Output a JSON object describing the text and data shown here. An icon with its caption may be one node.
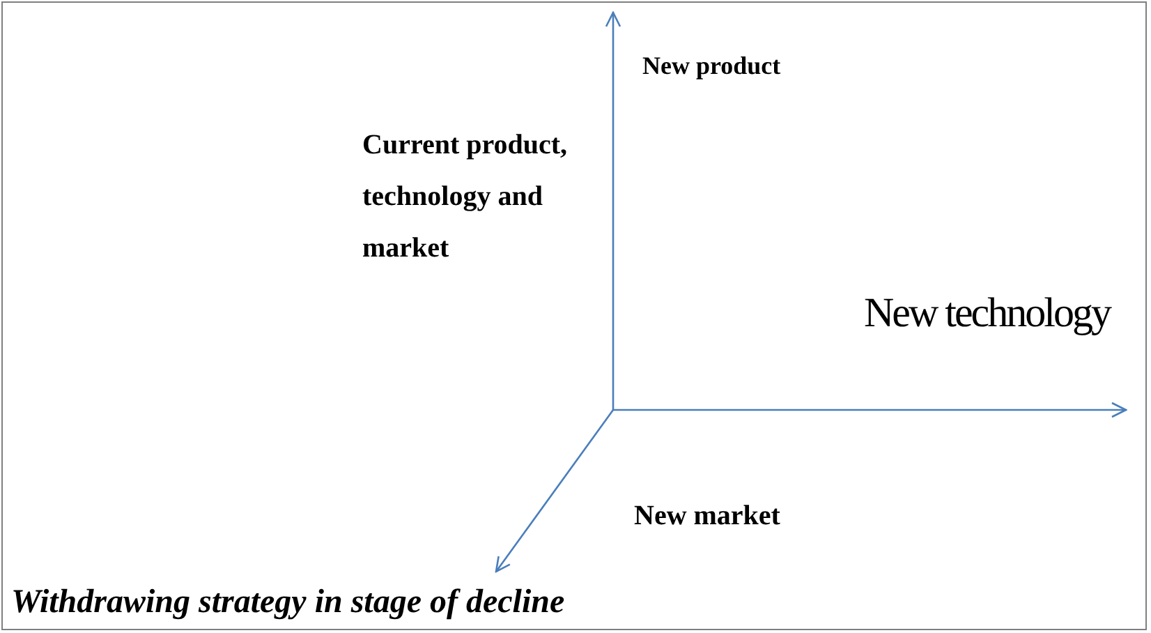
{
  "diagram": {
    "caption": "Withdrawing strategy in stage of decline",
    "labels": [
      "New product",
      "Current product, technology and market",
      "New technology",
      "New market"
    ]
  }
}
